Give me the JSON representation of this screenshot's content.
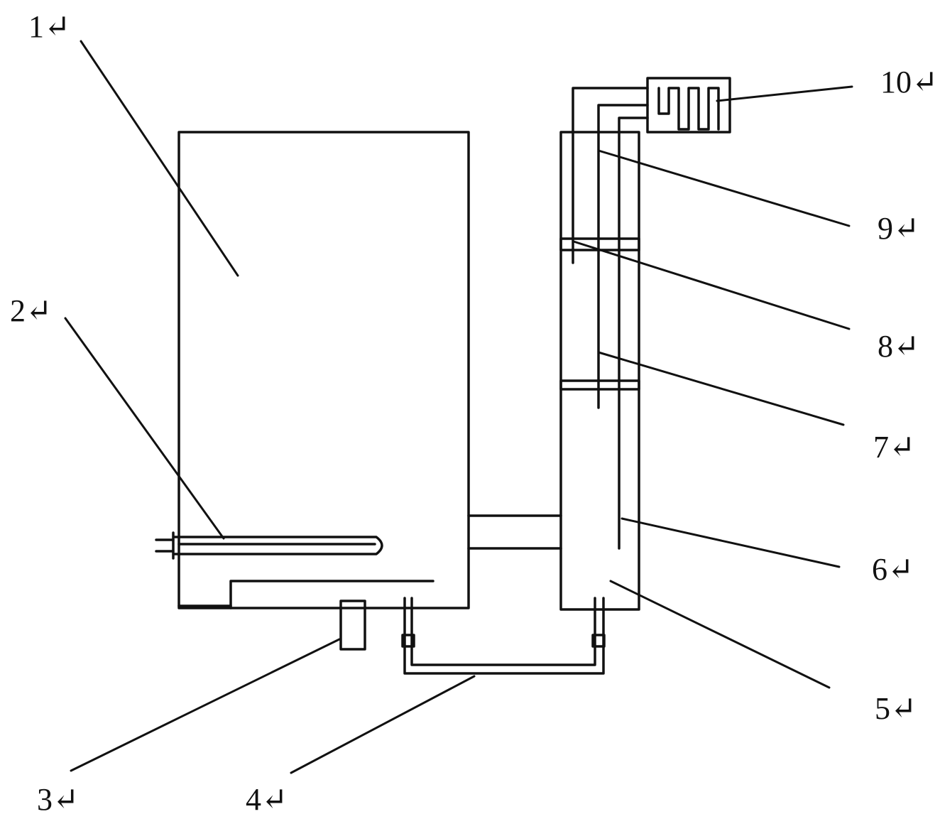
{
  "labels": {
    "l1": "1↵",
    "l2": "2↵",
    "l3": "3↵",
    "l4": "4↵",
    "l5": "5↵",
    "l6": "6↵",
    "l7": "7↵",
    "l8": "8↵",
    "l9": "9↵",
    "l10": "10↵"
  }
}
